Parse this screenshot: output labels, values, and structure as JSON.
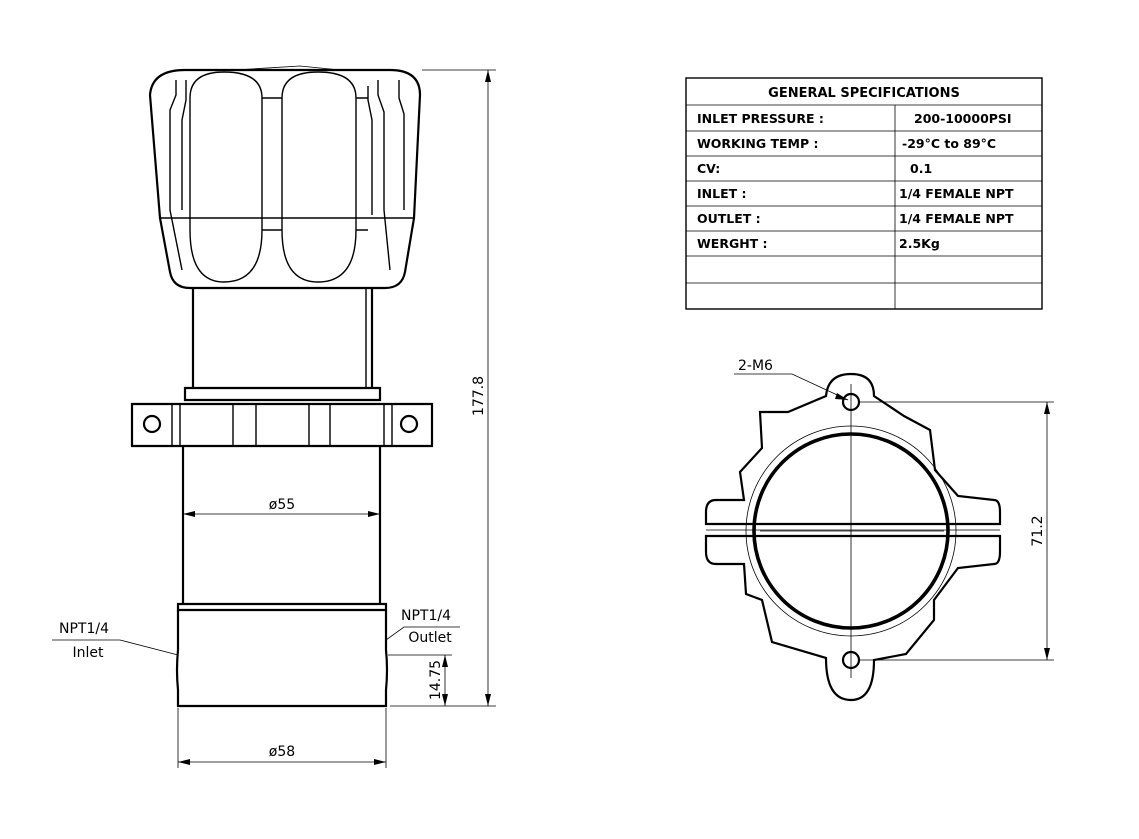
{
  "specs": {
    "title": "GENERAL SPECIFICATIONS",
    "rows": [
      {
        "label": "INLET PRESSURE :",
        "value": "200-10000PSI"
      },
      {
        "label": "WORKING TEMP :",
        "value": "-29°C to 89°C"
      },
      {
        "label": "CV:",
        "value": "0.1"
      },
      {
        "label": "INLET :",
        "value": "1/4 FEMALE NPT"
      },
      {
        "label": "OUTLET :",
        "value": "1/4 FEMALE NPT"
      },
      {
        "label": "WERGHT :",
        "value": "2.5Kg"
      },
      {
        "label": "",
        "value": ""
      },
      {
        "label": "",
        "value": ""
      }
    ]
  },
  "dimensions": {
    "height": "177.8",
    "body_dia": "ø55",
    "base_dia": "ø58",
    "port_height": "14.75",
    "hole_spacing": "71.2"
  },
  "callouts": {
    "inlet_spec": "NPT1/4",
    "inlet_label": "Inlet",
    "outlet_spec": "NPT1/4",
    "outlet_label": "Outlet",
    "holes": "2-M6"
  }
}
